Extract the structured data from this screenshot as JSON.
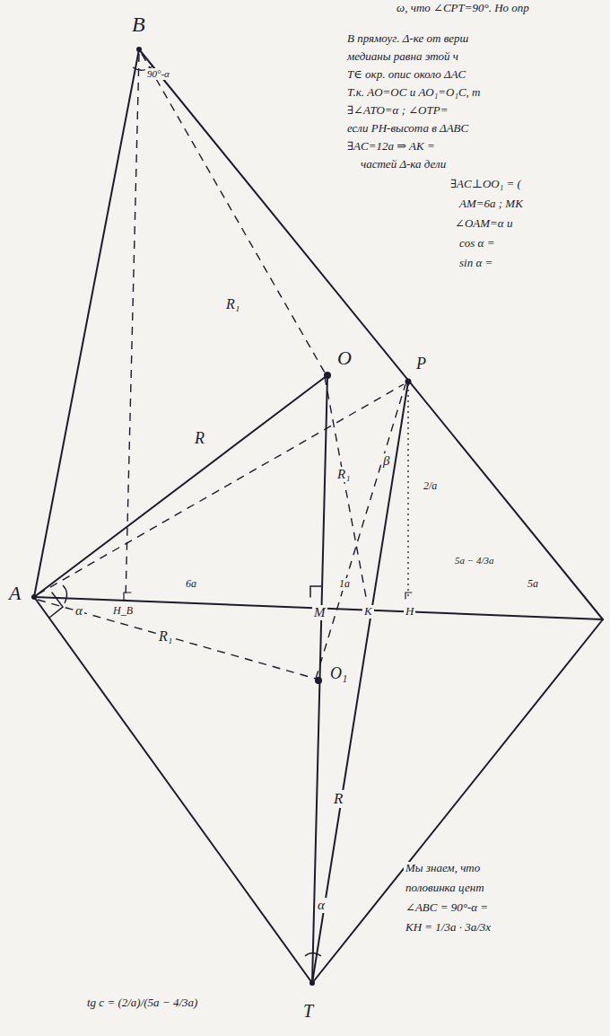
{
  "diagram": {
    "labels": [
      "ω, что ∠CPT=90°. Но опр",
      "В прямоуг. Δ-ке от верш",
      "медианы равна этой ч",
      "T∈ окр. опис около ΔAC",
      "Т.к. AO=OC и AO₁=O₁C, т",
      "∃∠ATO=α ; ∠OTP=",
      "если PH-высота в ΔABC",
      "∃AC=12a ⇒ AK =",
      "частей Δ-ка дели",
      "∃AC⊥OO₁ = (",
      "AM=6a ; MK",
      "∠OAM=α и",
      "cos α =",
      "sin α =",
      "Мы знаем, что",
      "половинка цент",
      "∠ABC = 90°-α =",
      "KH = 1/3a · 3a/3x",
      "tg c = (2/a)/(5a − 4/3a)",
      "B",
      "O",
      "P",
      "A",
      "H_B",
      "M",
      "K",
      "H",
      "O₁",
      "T",
      "R₁",
      "R",
      "R₁",
      "R₁",
      "R",
      "6a",
      "1a",
      "5a",
      "5a − 4/3a",
      "2/a",
      "α",
      "α",
      "β",
      "90°-α"
    ]
  }
}
